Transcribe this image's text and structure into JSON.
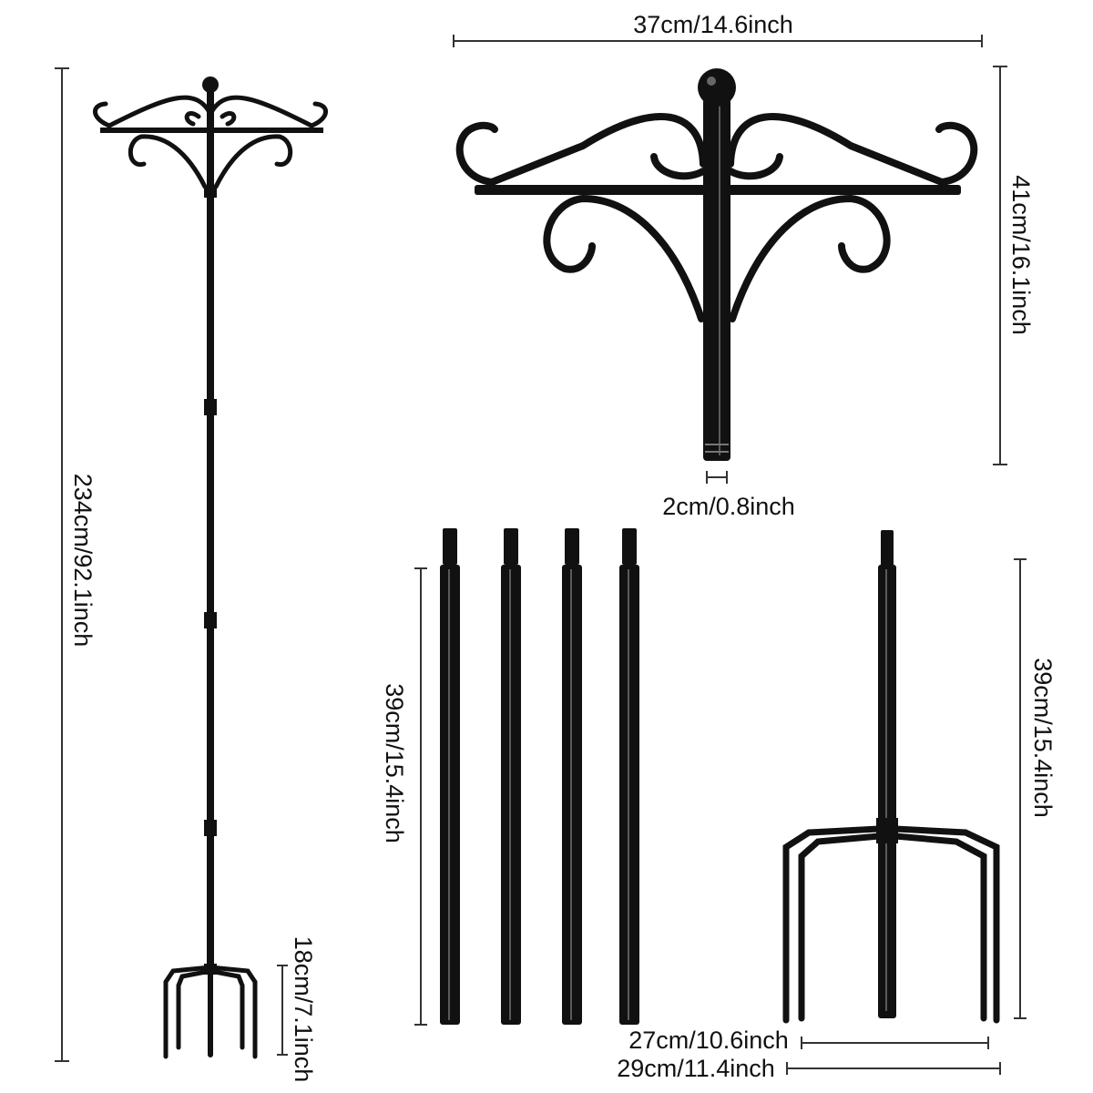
{
  "dimensions": {
    "total_height": "234cm/92.1inch",
    "top_width": "37cm/14.6inch",
    "top_height": "41cm/16.1inch",
    "pole_diameter": "2cm/0.8inch",
    "pole_length": "39cm/15.4inch",
    "stake_length": "39cm/15.4inch",
    "prong_height": "18cm/7.1inch",
    "base_inner_width": "27cm/10.6inch",
    "base_outer_width": "29cm/11.4inch"
  },
  "colors": {
    "metal": "#111111",
    "background": "#ffffff",
    "dimension_line": "#333333"
  }
}
